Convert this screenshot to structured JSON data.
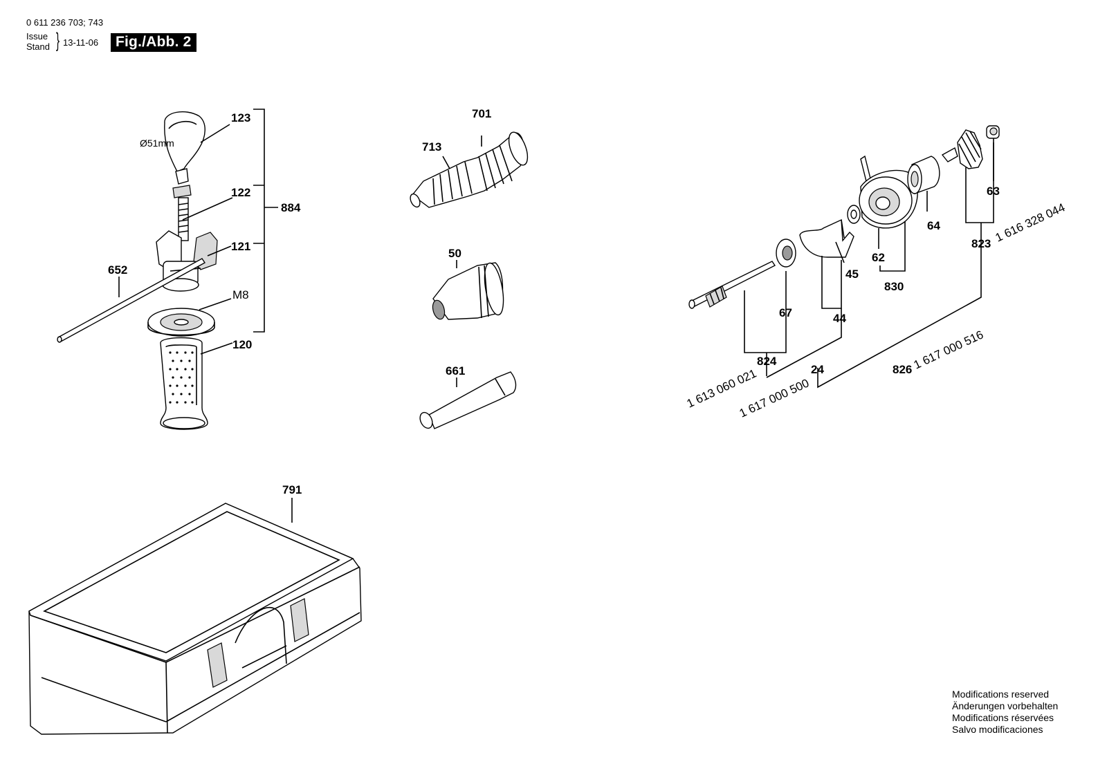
{
  "header": {
    "part_numbers": "0 611 236 703; 743",
    "issue_label": "Issue",
    "stand_label": "Stand",
    "brace": "}",
    "date": "13-11-06",
    "figure": "Fig./Abb. 2"
  },
  "dimension_label": "Ø51mm",
  "thread_label": "M8",
  "labels": {
    "p123": "123",
    "p122": "122",
    "p121": "121",
    "p120": "120",
    "p652": "652",
    "p884": "884",
    "p701": "701",
    "p713": "713",
    "p50": "50",
    "p661": "661",
    "p791": "791",
    "p63": "63",
    "p64": "64",
    "p62": "62",
    "p830": "830",
    "p45": "45",
    "p44": "44",
    "p67": "67",
    "p824": "824",
    "p24": "24",
    "p826": "826",
    "p823": "823"
  },
  "kit_numbers": {
    "k823": "1 616 328 044",
    "k826": "1 617 000 516",
    "k824": "1 613 060 021",
    "k24": "1 617 000 500"
  },
  "notes": [
    "Modifications reserved",
    "Änderungen vorbehalten",
    "Modifications réservées",
    "Salvo modificaciones"
  ]
}
